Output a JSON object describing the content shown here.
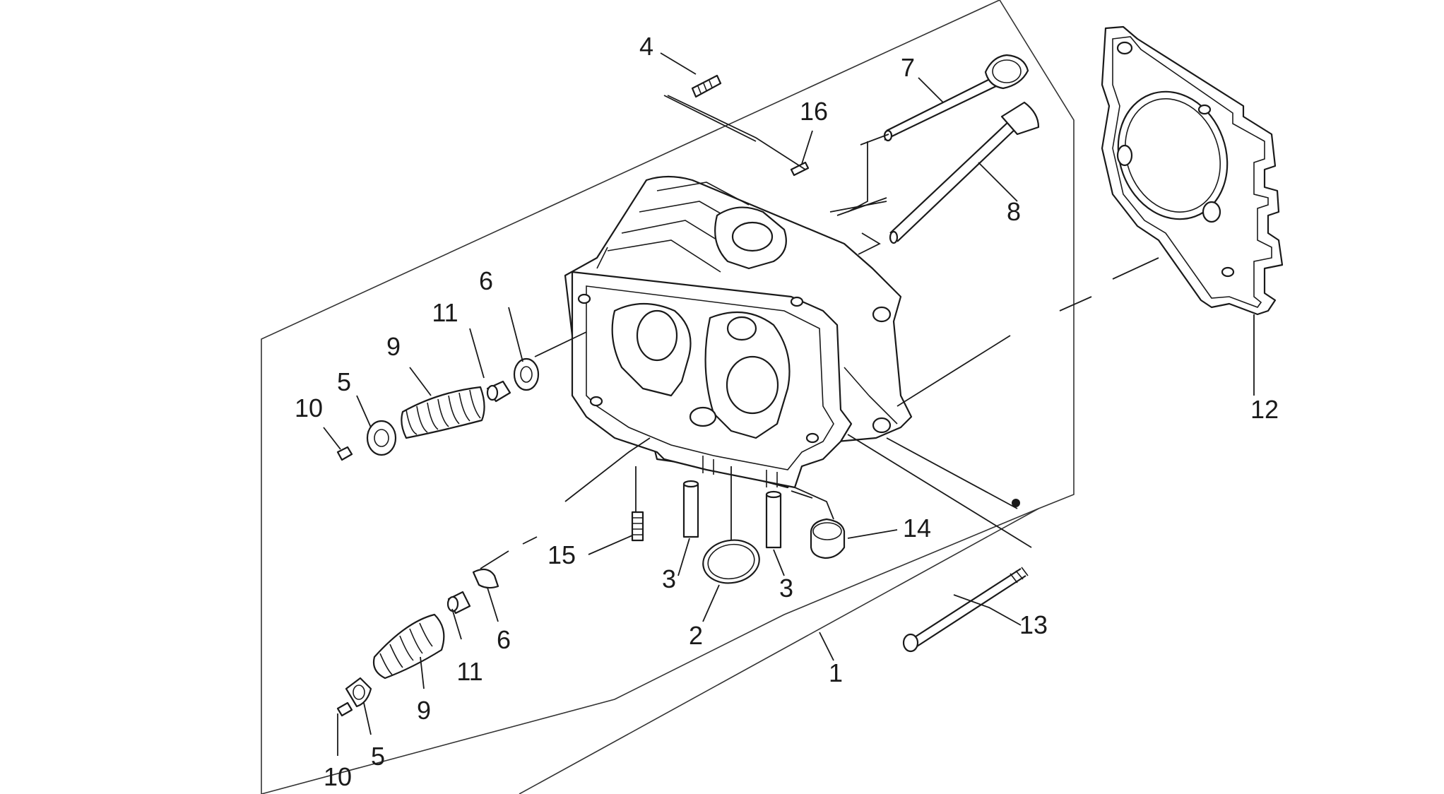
{
  "callouts": {
    "c1": "1",
    "c2": "2",
    "c3a": "3",
    "c3b": "3",
    "c4": "4",
    "c5a": "5",
    "c5b": "5",
    "c6a": "6",
    "c6b": "6",
    "c7": "7",
    "c8": "8",
    "c9a": "9",
    "c9b": "9",
    "c10a": "10",
    "c10b": "10",
    "c11a": "11",
    "c11b": "11",
    "c12": "12",
    "c13": "13",
    "c14": "14",
    "c15": "15",
    "c16": "16"
  },
  "parts": [
    {
      "id": "cylinder-head",
      "icon": "cylinder-head-icon"
    },
    {
      "id": "o-ring",
      "icon": "o-ring-icon"
    },
    {
      "id": "dowel-pin",
      "icon": "dowel-pin-icon"
    },
    {
      "id": "stud",
      "icon": "stud-icon"
    },
    {
      "id": "spring-retainer",
      "icon": "spring-retainer-icon"
    },
    {
      "id": "spring-seat",
      "icon": "spring-seat-icon"
    },
    {
      "id": "intake-valve",
      "icon": "valve-icon"
    },
    {
      "id": "exhaust-valve",
      "icon": "valve-icon"
    },
    {
      "id": "valve-spring",
      "icon": "spring-icon"
    },
    {
      "id": "valve-cotter",
      "icon": "cotter-icon"
    },
    {
      "id": "valve-seal",
      "icon": "seal-icon"
    },
    {
      "id": "head-gasket",
      "icon": "gasket-icon"
    },
    {
      "id": "head-bolt",
      "icon": "bolt-icon"
    },
    {
      "id": "nut",
      "icon": "nut-icon"
    },
    {
      "id": "stud-bolt",
      "icon": "stud-icon"
    },
    {
      "id": "locating-pin",
      "icon": "pin-icon"
    }
  ],
  "colors": {
    "ink": "#1a1a1a",
    "background": "#ffffff"
  }
}
